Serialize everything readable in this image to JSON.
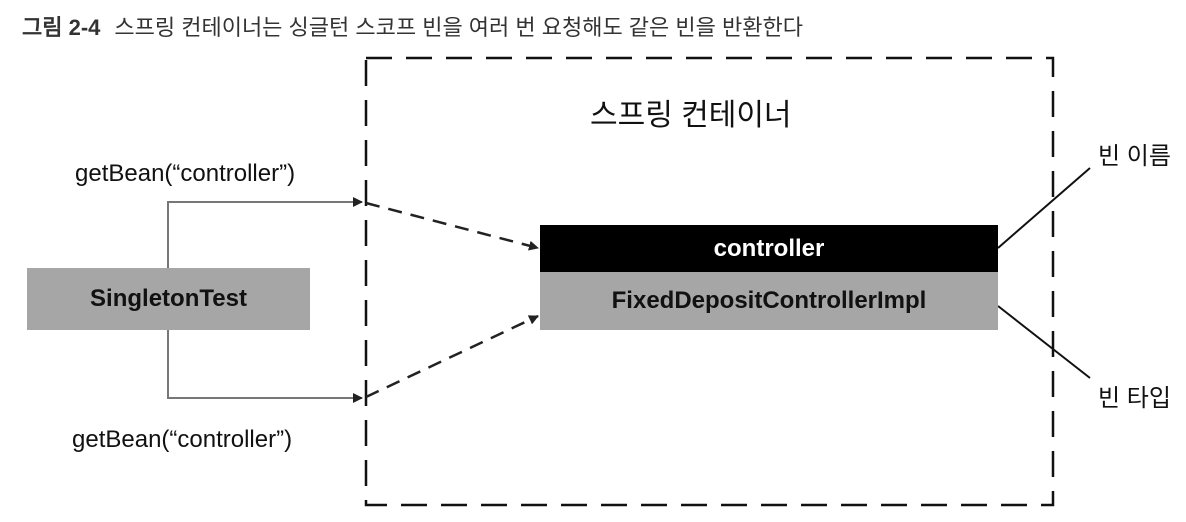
{
  "figure": {
    "number": "그림 2-4",
    "caption": "스프링 컨테이너는 싱글턴 스코프 빈을 여러 번 요청해도 같은 빈을 반환한다"
  },
  "container": {
    "label": "스프링 컨테이너"
  },
  "client": {
    "label": "SingletonTest"
  },
  "calls": [
    {
      "label": "getBean(“controller”)"
    },
    {
      "label": "getBean(“controller”)"
    }
  ],
  "bean": {
    "name": "controller",
    "type": "FixedDepositControllerImpl"
  },
  "annotations": {
    "name_label": "빈 이름",
    "type_label": "빈 타입"
  },
  "colors": {
    "bean_name_bg": "#000000",
    "bean_type_bg": "#a6a6a6",
    "client_bg": "#a6a6a6"
  }
}
